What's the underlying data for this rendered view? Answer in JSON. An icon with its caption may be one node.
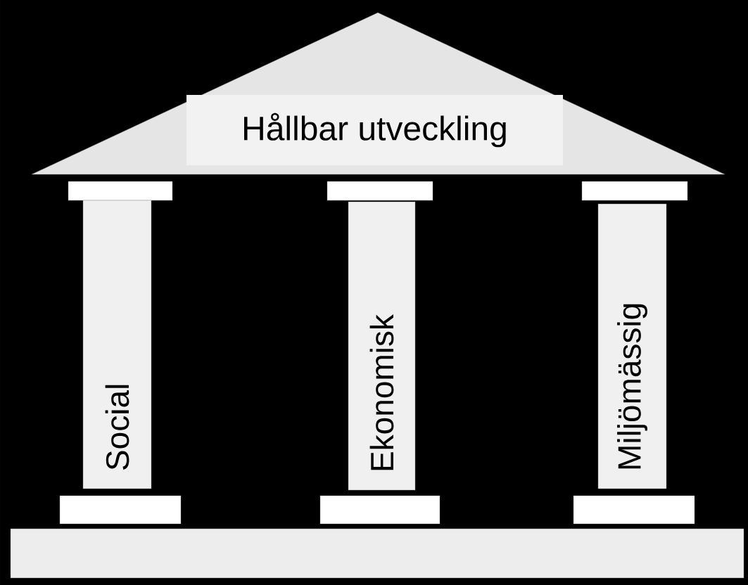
{
  "diagram": {
    "nodes": [
      {
        "text": [
          "Hållbar utveckling"
        ]
      },
      {
        "text": [],
        "shape": "box"
      },
      {
        "text": [],
        "shape": "box"
      },
      {
        "text": [],
        "shape": "box"
      },
      {
        "text": [
          "Social"
        ]
      },
      {
        "text": [
          "Ekonomisk"
        ]
      },
      {
        "text": [
          "Miljömässig"
        ]
      },
      {
        "text": [],
        "shape": "box"
      },
      {
        "text": [],
        "shape": "box"
      },
      {
        "text": [],
        "shape": "box"
      },
      {
        "text": [],
        "shape": "bar"
      }
    ]
  }
}
